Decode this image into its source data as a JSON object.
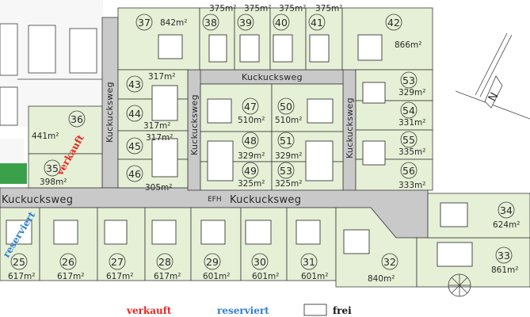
{
  "colors": {
    "plot_fill": "#e6f0d6",
    "road_fill": "#c9c9c9",
    "house_fill": "#ffffff",
    "line": "#3a3a3a",
    "sold": "#e8251c",
    "reserved": "#2f7fd1",
    "green_strip": "#3aa14a"
  },
  "streets": {
    "north_loop": "Kuckucksweg",
    "west_vertical": "Kuckucksweg",
    "inner_left_vertical": "Kuckucksweg",
    "inner_right_vertical": "Kuckucksweg",
    "main_left": "Kuckucksweg",
    "main_right": "Kuckucksweg",
    "efh": "EFH"
  },
  "plots": [
    {
      "id": "p25",
      "number": "25",
      "area": "617m²"
    },
    {
      "id": "p26",
      "number": "26",
      "area": "617m²"
    },
    {
      "id": "p27",
      "number": "27",
      "area": "617m²"
    },
    {
      "id": "p28",
      "number": "28",
      "area": "617m²"
    },
    {
      "id": "p29",
      "number": "29",
      "area": "601m²"
    },
    {
      "id": "p30",
      "number": "30",
      "area": "601m²"
    },
    {
      "id": "p31",
      "number": "31",
      "area": "601m²"
    },
    {
      "id": "p32",
      "number": "32",
      "area": "840m²"
    },
    {
      "id": "p33",
      "number": "33",
      "area": "861m²"
    },
    {
      "id": "p34",
      "number": "34",
      "area": "624m²"
    },
    {
      "id": "p35",
      "number": "35",
      "area": "398m²"
    },
    {
      "id": "p36",
      "number": "36",
      "area": "441m²"
    },
    {
      "id": "p37",
      "number": "37",
      "area": "842m²"
    },
    {
      "id": "p38",
      "number": "38",
      "area": "375m²"
    },
    {
      "id": "p39",
      "number": "39",
      "area": "375m²"
    },
    {
      "id": "p40",
      "number": "40",
      "area": "375m²"
    },
    {
      "id": "p41",
      "number": "41",
      "area": "375m²"
    },
    {
      "id": "p42",
      "number": "42",
      "area": "866m²"
    },
    {
      "id": "p43",
      "number": "43",
      "area": "317m²"
    },
    {
      "id": "p44",
      "number": "44",
      "area": "317m²"
    },
    {
      "id": "p45",
      "number": "45",
      "area": "317m²"
    },
    {
      "id": "p46",
      "number": "46",
      "area": "305m²"
    },
    {
      "id": "p47",
      "number": "47",
      "area": "510m²"
    },
    {
      "id": "p48",
      "number": "48",
      "area": "329m²"
    },
    {
      "id": "p49",
      "number": "49",
      "area": "325m²"
    },
    {
      "id": "p50",
      "number": "50",
      "area": "510m²"
    },
    {
      "id": "p51",
      "number": "51",
      "area": "329m²"
    },
    {
      "id": "p53b",
      "number": "53",
      "area": "325m²"
    },
    {
      "id": "p53",
      "number": "53",
      "area": "329m²"
    },
    {
      "id": "p54",
      "number": "54",
      "area": "331m²"
    },
    {
      "id": "p55",
      "number": "55",
      "area": "335m²"
    },
    {
      "id": "p56",
      "number": "56",
      "area": "333m²"
    }
  ],
  "stamps": {
    "sold_on_35": "verkauft",
    "reserved_on_25": "reserviert"
  },
  "legend": {
    "sold": "verkauft",
    "reserved": "reserviert",
    "free": "frei"
  }
}
